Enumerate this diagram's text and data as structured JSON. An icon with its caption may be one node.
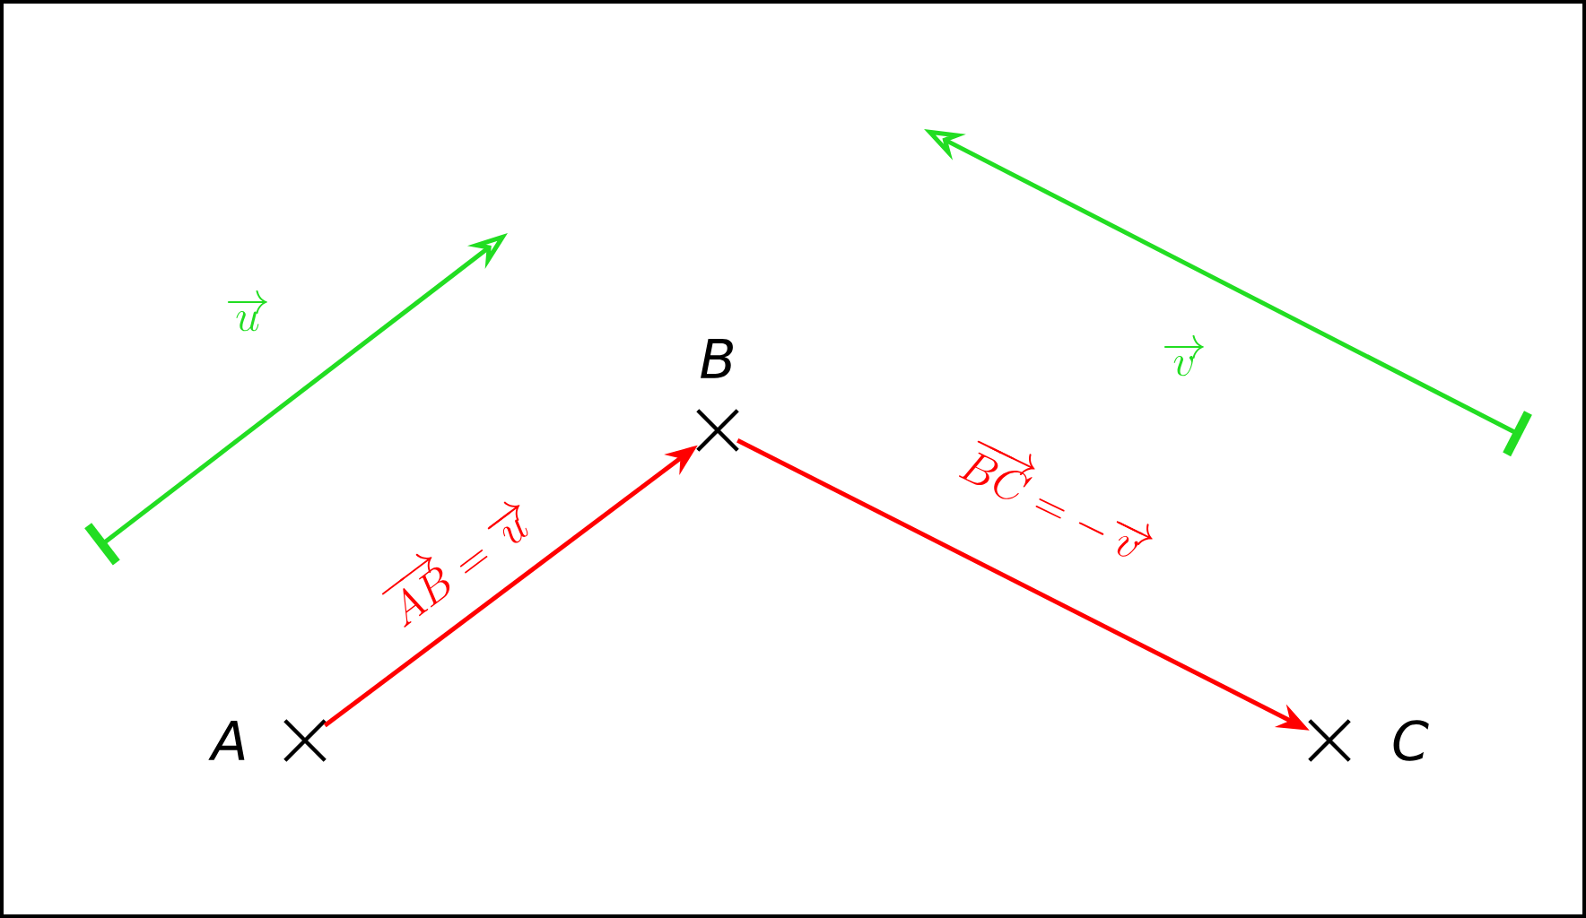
{
  "diagram": {
    "nodes": [
      {
        "text": [],
        "shape": "cross",
        "beside": [
          "A"
        ]
      },
      {
        "text": [],
        "shape": "cross",
        "beside": [
          "B"
        ]
      },
      {
        "text": [],
        "shape": "cross",
        "beside": [
          "C"
        ]
      }
    ],
    "edges": [
      {
        "from": 0,
        "to": 1,
        "arrow": "to",
        "label": "\\overrightarrow{AB} = \\overrightarrow{u}"
      },
      {
        "from": 1,
        "to": 2,
        "arrow": "to",
        "label": "\\overrightarrow{BC} = -\\overrightarrow{v}"
      }
    ],
    "labels": [
      "\\overrightarrow{u}",
      "\\overrightarrow{v}"
    ]
  }
}
